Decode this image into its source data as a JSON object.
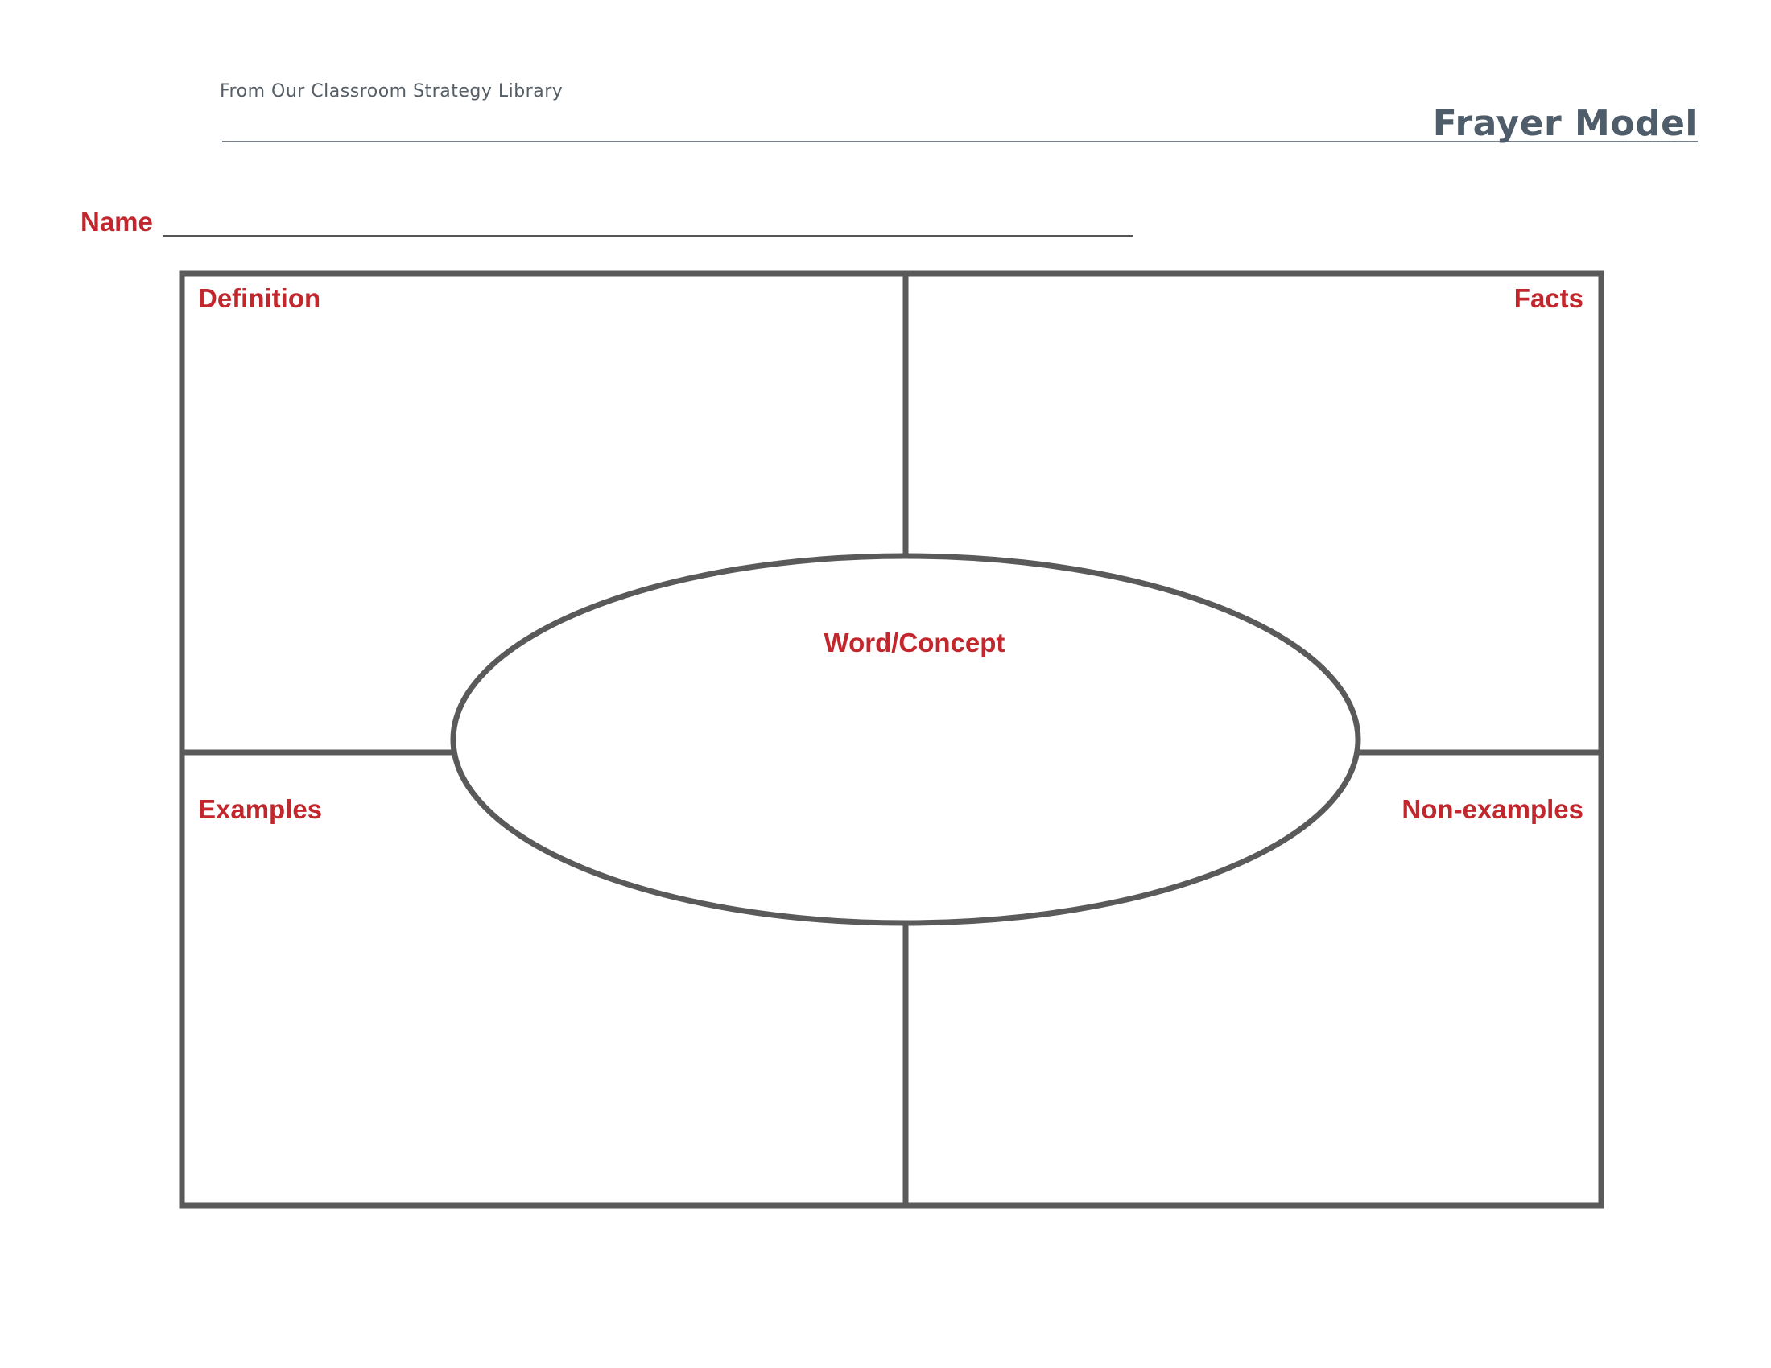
{
  "header": {
    "subtitle": "From Our Classroom Strategy Library",
    "title": "Frayer Model"
  },
  "form": {
    "name_label": "Name"
  },
  "diagram": {
    "center_label": "Word/Concept",
    "quadrants": {
      "top_left": "Definition",
      "top_right": "Facts",
      "bottom_left": "Examples",
      "bottom_right": "Non-examples"
    }
  },
  "colors": {
    "label_red": "#c1272d",
    "header_gray": "#555e66",
    "title_slate": "#4f5d6b",
    "frame_gray": "#5a5a5a"
  }
}
